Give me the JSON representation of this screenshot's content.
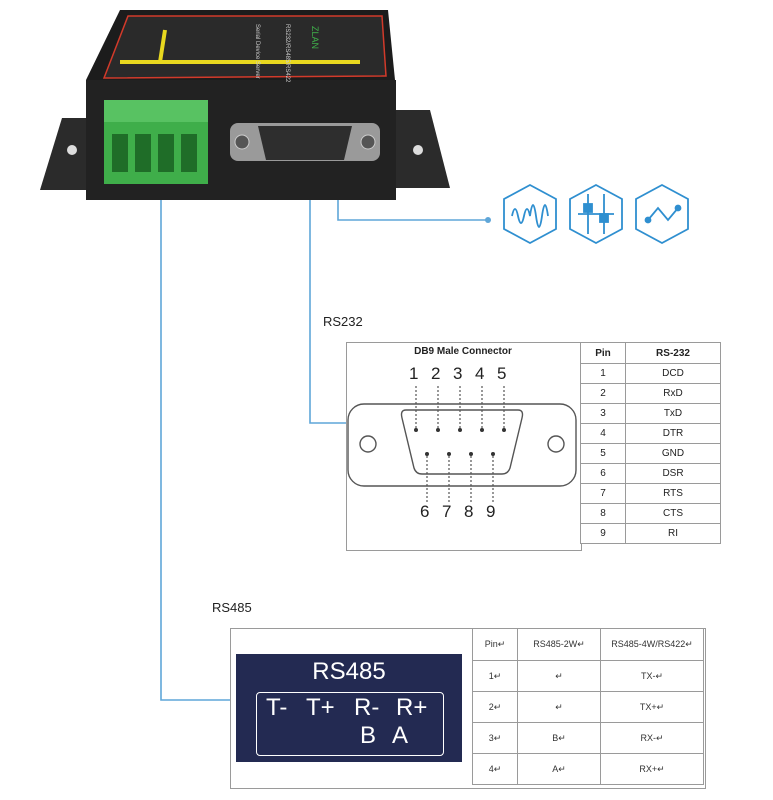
{
  "device": {
    "panel_text": [
      "Serial Device Server",
      "RS232/RS485/RS422",
      "ZLAN"
    ]
  },
  "labels": {
    "rs232": "RS232",
    "rs485": "RS485"
  },
  "db9": {
    "title": "DB9 Male Connector",
    "top_pins": [
      "1",
      "2",
      "3",
      "4",
      "5"
    ],
    "bottom_pins": [
      "6",
      "7",
      "8",
      "9"
    ]
  },
  "rs232_table": {
    "headers": [
      "Pin",
      "RS-232"
    ],
    "rows": [
      [
        "1",
        "DCD"
      ],
      [
        "2",
        "RxD"
      ],
      [
        "3",
        "TxD"
      ],
      [
        "4",
        "DTR"
      ],
      [
        "5",
        "GND"
      ],
      [
        "6",
        "DSR"
      ],
      [
        "7",
        "RTS"
      ],
      [
        "8",
        "CTS"
      ],
      [
        "9",
        "RI"
      ]
    ]
  },
  "rs485_panel": {
    "title": "RS485",
    "terminals": [
      "T-",
      "T+",
      "R-",
      "R+"
    ],
    "sub": [
      "B",
      "A"
    ]
  },
  "rs485_table": {
    "headers": [
      "Pin↵",
      "RS485-2W↵",
      "RS485-4W/RS422↵"
    ],
    "rows": [
      [
        "1↵",
        "↵",
        "TX-↵"
      ],
      [
        "2↵",
        "↵",
        "TX+↵"
      ],
      [
        "3↵",
        "B↵",
        "RX-↵"
      ],
      [
        "4↵",
        "A↵",
        "RX+↵"
      ]
    ]
  },
  "colors": {
    "line": "#5fa6d8",
    "hex_icon": "#2f8fd0",
    "panel": "#232a52",
    "terminal_green": "#3fae4a"
  },
  "icons": [
    "waveform-icon",
    "circuit-icon",
    "network-node-icon"
  ]
}
